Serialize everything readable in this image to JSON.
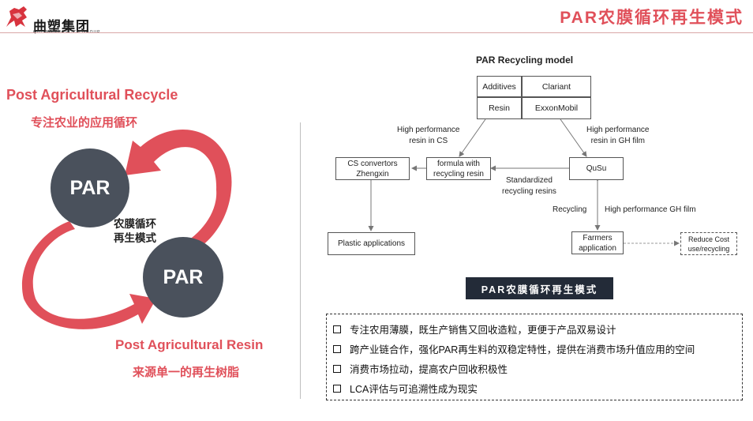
{
  "header": {
    "logo_text": "曲塑集团",
    "logo_subtext": "QULING PLASTICS GROUP",
    "title": "PAR农膜循环再生模式"
  },
  "colors": {
    "accent_red": "#e0505a",
    "circle_gray": "#4a515c",
    "banner_dark": "#232b38"
  },
  "left": {
    "top_heading_en": "Post Agricultural Recycle",
    "top_heading_cn": "专注农业的应用循环",
    "circle_top": "PAR",
    "circle_bottom": "PAR",
    "center_line1": "农膜循环",
    "center_line2": "再生模式",
    "bottom_heading_en": "Post Agricultural Resin",
    "bottom_heading_cn": "来源单一的再生树脂"
  },
  "diagram": {
    "title": "PAR Recycling model",
    "table": [
      [
        "Additives",
        "Clariant"
      ],
      [
        "Resin",
        "ExxonMobil"
      ]
    ],
    "label_left_line1": "High performance",
    "label_left_line2": "resin in CS",
    "label_right_line1": "High performance",
    "label_right_line2": "resin in GH film",
    "box_cs_line1": "CS convertors",
    "box_cs_line2": "Zhengxin",
    "box_formula_line1": "formula with",
    "box_formula_line2": "recycling resin",
    "box_qusu": "QuSu",
    "label_standardized_line1": "Standardized",
    "label_standardized_line2": "recycling resins",
    "label_recycling": "Recycling",
    "label_ghfilm": "High performance GH film",
    "box_plastic": "Plastic applications",
    "box_farmers_line1": "Farmers",
    "box_farmers_line2": "application",
    "box_reduce_line1": "Reduce Cost",
    "box_reduce_line2": "use/recycling"
  },
  "banner": "PAR农膜循环再生模式",
  "bullets": [
    "专注农用薄膜，既生产销售又回收造粒，更便于产品双易设计",
    "跨产业链合作，强化PAR再生料的双稳定特性，提供在消费市场升值应用的空间",
    "消费市场拉动，提高农户回收积极性",
    "LCA评估与可追溯性成为现实"
  ]
}
